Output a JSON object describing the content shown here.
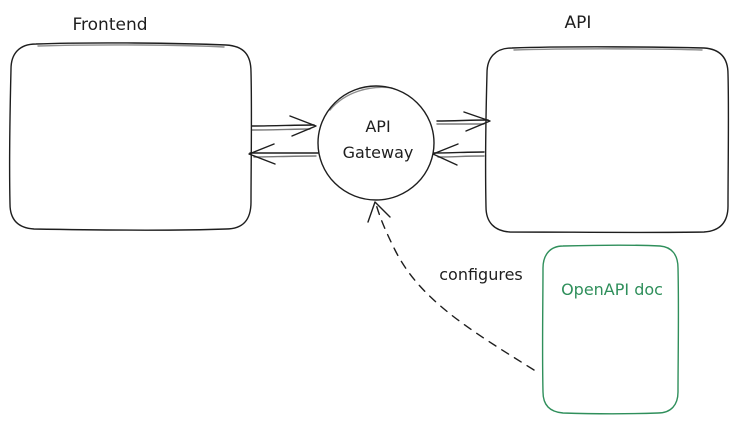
{
  "colors": {
    "ink": "#1e1e1e",
    "doc": "#2f8f5b",
    "background": "#ffffff"
  },
  "nodes": {
    "frontend": {
      "label": "Frontend"
    },
    "api": {
      "label": "API"
    },
    "gateway": {
      "line1": "API",
      "line2": "Gateway"
    },
    "openapi_doc": {
      "label": "OpenAPI doc"
    }
  },
  "edges": {
    "configures": {
      "label": "configures"
    }
  }
}
